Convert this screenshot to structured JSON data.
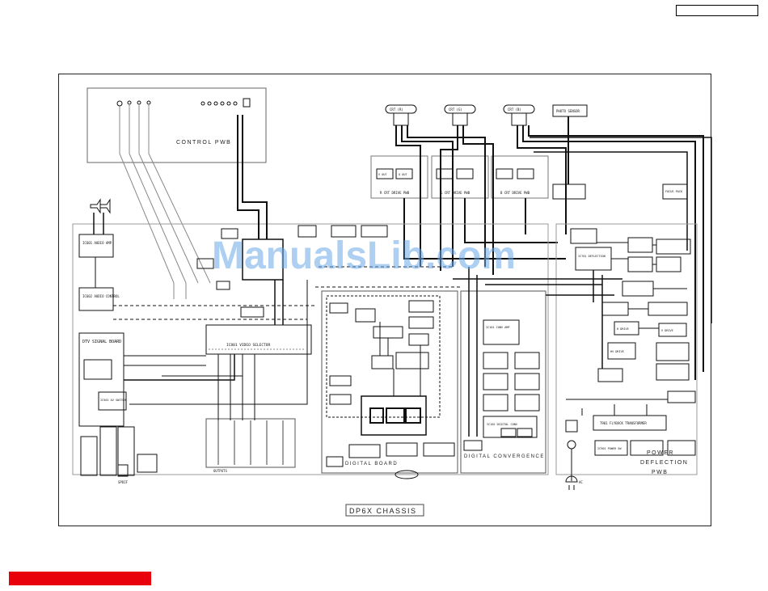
{
  "watermark": "ManualsLib.com",
  "chassis_label": "DP6X CHASSIS",
  "sections": {
    "control": "CONTROL PWB",
    "digital_board": "DIGITAL BOARD",
    "digital_convergence": "DIGITAL CONVERGENCE",
    "power_deflection_1": "POWER",
    "power_deflection_2": "DEFLECTION",
    "power_deflection_3": "PWB"
  },
  "blocks": {
    "crt_r": "CRT (R)",
    "crt_g": "CRT (G)",
    "crt_b": "CRT (B)",
    "sensor": "PHOTO SENSOR",
    "crt_drive_r": "R CRT DRIVE PWB",
    "crt_drive_g": "G CRT DRIVE PWB",
    "crt_drive_b": "B CRT DRIVE PWB",
    "v_out": "V OUT",
    "g_out": "G OUT",
    "audio_amp": "IC601 AUDIO AMP",
    "audio_control": "IC602 AUDIO CONTROL",
    "dtv": "DTV SIGNAL BOARD",
    "av_switch": "IC501 AV SWITCH",
    "video_selector": "IC801 VIDEO SELECTOR",
    "ac_input": "AC",
    "spdif": "SPDIF",
    "fbt": "T901 FLYBACK TRANSFORMER",
    "deflection": "IC701 DEFLECTION",
    "h_drive": "H DRIVE",
    "v_drive": "V DRIVE",
    "hv_drive": "HV DRIVE",
    "focus": "FOCUS PACK",
    "power_sw": "IC901 POWER SW",
    "conv_amp": "IC101 CONV AMP",
    "digi_conv": "IC102 DIGITAL CONV",
    "outputs": "OUTPUTS"
  }
}
